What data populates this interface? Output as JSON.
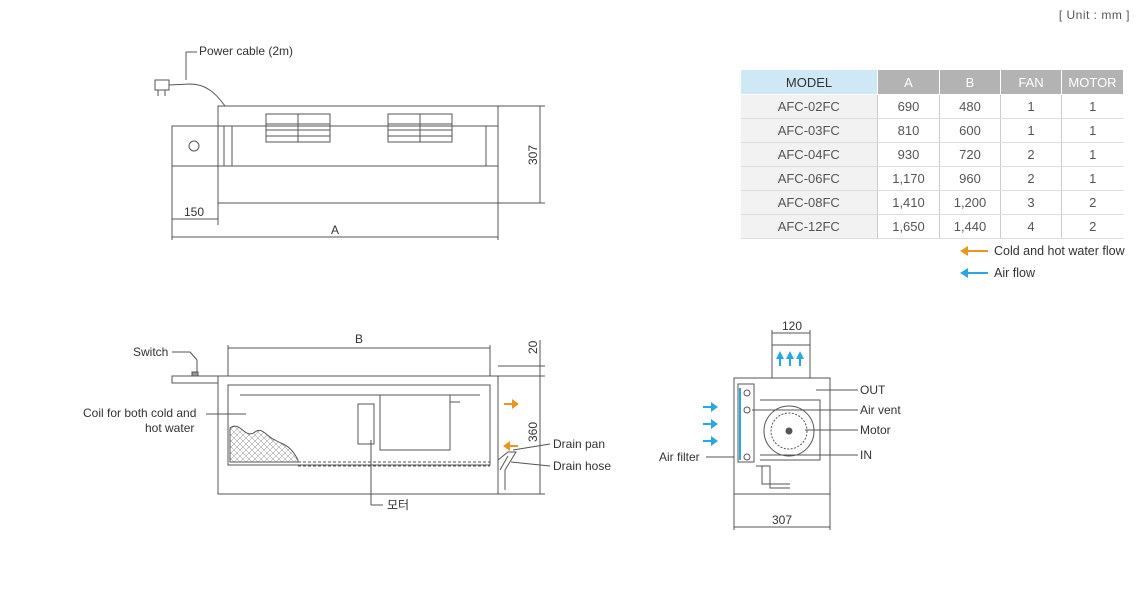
{
  "unit_label": "[ Unit : mm ]",
  "colors": {
    "water_flow": "#e8961e",
    "air_flow": "#29a8e0",
    "header_model": "#cfe8f5",
    "header_other": "#b3b3b3"
  },
  "top_view": {
    "power_cable": "Power cable (2m)",
    "dim_150": "150",
    "dim_a": "A",
    "dim_307": "307"
  },
  "front_view": {
    "switch": "Switch",
    "coil": "Coil for both cold and",
    "coil2": "hot water",
    "dim_b": "B",
    "dim_20": "20",
    "dim_360": "360",
    "drain_pan": "Drain pan",
    "drain_hose": "Drain hose",
    "motor_ko": "모터"
  },
  "side_view": {
    "dim_120": "120",
    "dim_307": "307",
    "out": "OUT",
    "air_vent": "Air vent",
    "motor": "Motor",
    "in": "IN",
    "air_filter": "Air filter"
  },
  "table": {
    "headers": [
      "MODEL",
      "A",
      "B",
      "FAN",
      "MOTOR"
    ],
    "rows": [
      [
        "AFC-02FC",
        "690",
        "480",
        "1",
        "1"
      ],
      [
        "AFC-03FC",
        "810",
        "600",
        "1",
        "1"
      ],
      [
        "AFC-04FC",
        "930",
        "720",
        "2",
        "1"
      ],
      [
        "AFC-06FC",
        "1,170",
        "960",
        "2",
        "1"
      ],
      [
        "AFC-08FC",
        "1,410",
        "1,200",
        "3",
        "2"
      ],
      [
        "AFC-12FC",
        "1,650",
        "1,440",
        "4",
        "2"
      ]
    ]
  },
  "legend": {
    "water": "Cold and hot water flow",
    "air": "Air flow"
  }
}
